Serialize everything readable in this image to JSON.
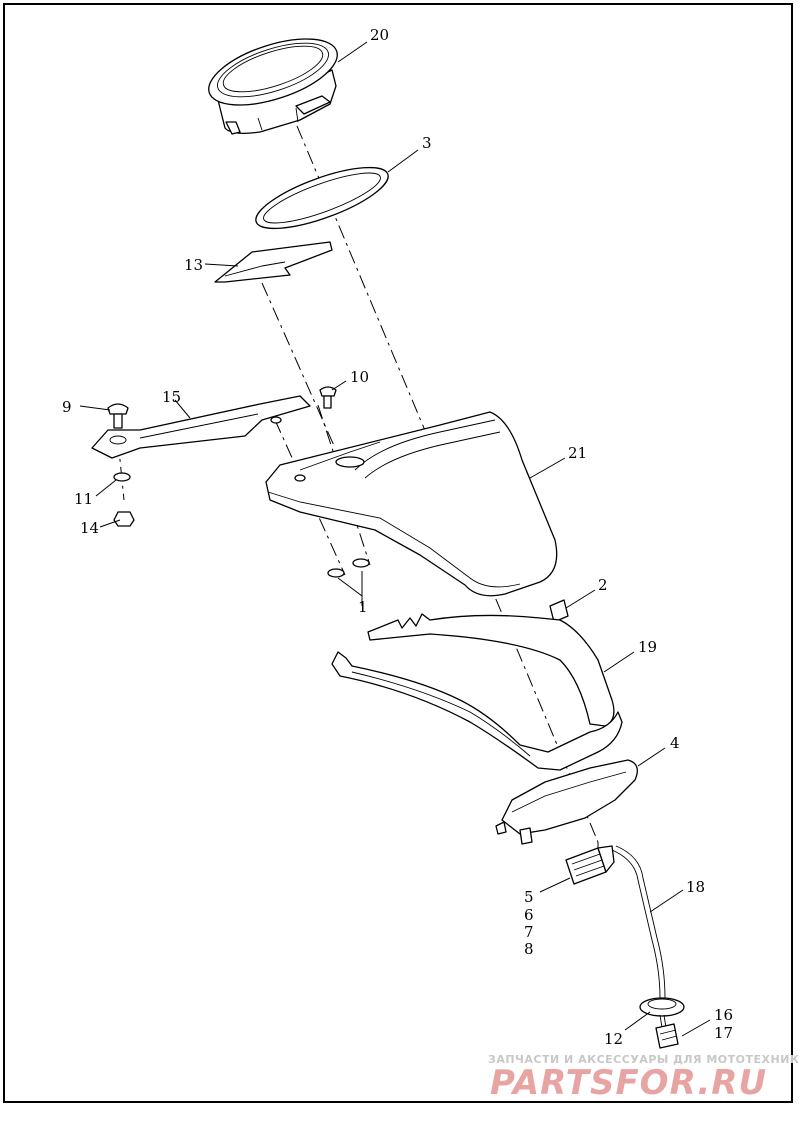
{
  "diagram": {
    "callouts": [
      {
        "id": "c20",
        "text": "20"
      },
      {
        "id": "c3",
        "text": "3"
      },
      {
        "id": "c13",
        "text": "13"
      },
      {
        "id": "c10",
        "text": "10"
      },
      {
        "id": "c9",
        "text": "9"
      },
      {
        "id": "c15",
        "text": "15"
      },
      {
        "id": "c21",
        "text": "21"
      },
      {
        "id": "c11",
        "text": "11"
      },
      {
        "id": "c14",
        "text": "14"
      },
      {
        "id": "c1",
        "text": "1"
      },
      {
        "id": "c2",
        "text": "2"
      },
      {
        "id": "c19",
        "text": "19"
      },
      {
        "id": "c4",
        "text": "4"
      },
      {
        "id": "c18",
        "text": "18"
      },
      {
        "id": "c5",
        "text": "5"
      },
      {
        "id": "c6",
        "text": "6"
      },
      {
        "id": "c7",
        "text": "7"
      },
      {
        "id": "c8",
        "text": "8"
      },
      {
        "id": "c12",
        "text": "12"
      },
      {
        "id": "c16",
        "text": "16"
      },
      {
        "id": "c17",
        "text": "17"
      }
    ]
  },
  "watermark": {
    "tagline": "ЗАПЧАСТИ И АКСЕССУАРЫ ДЛЯ МОТОТЕХНИКИ",
    "logo": "PARTSFOR.RU",
    "color": "#e8a3a3"
  }
}
